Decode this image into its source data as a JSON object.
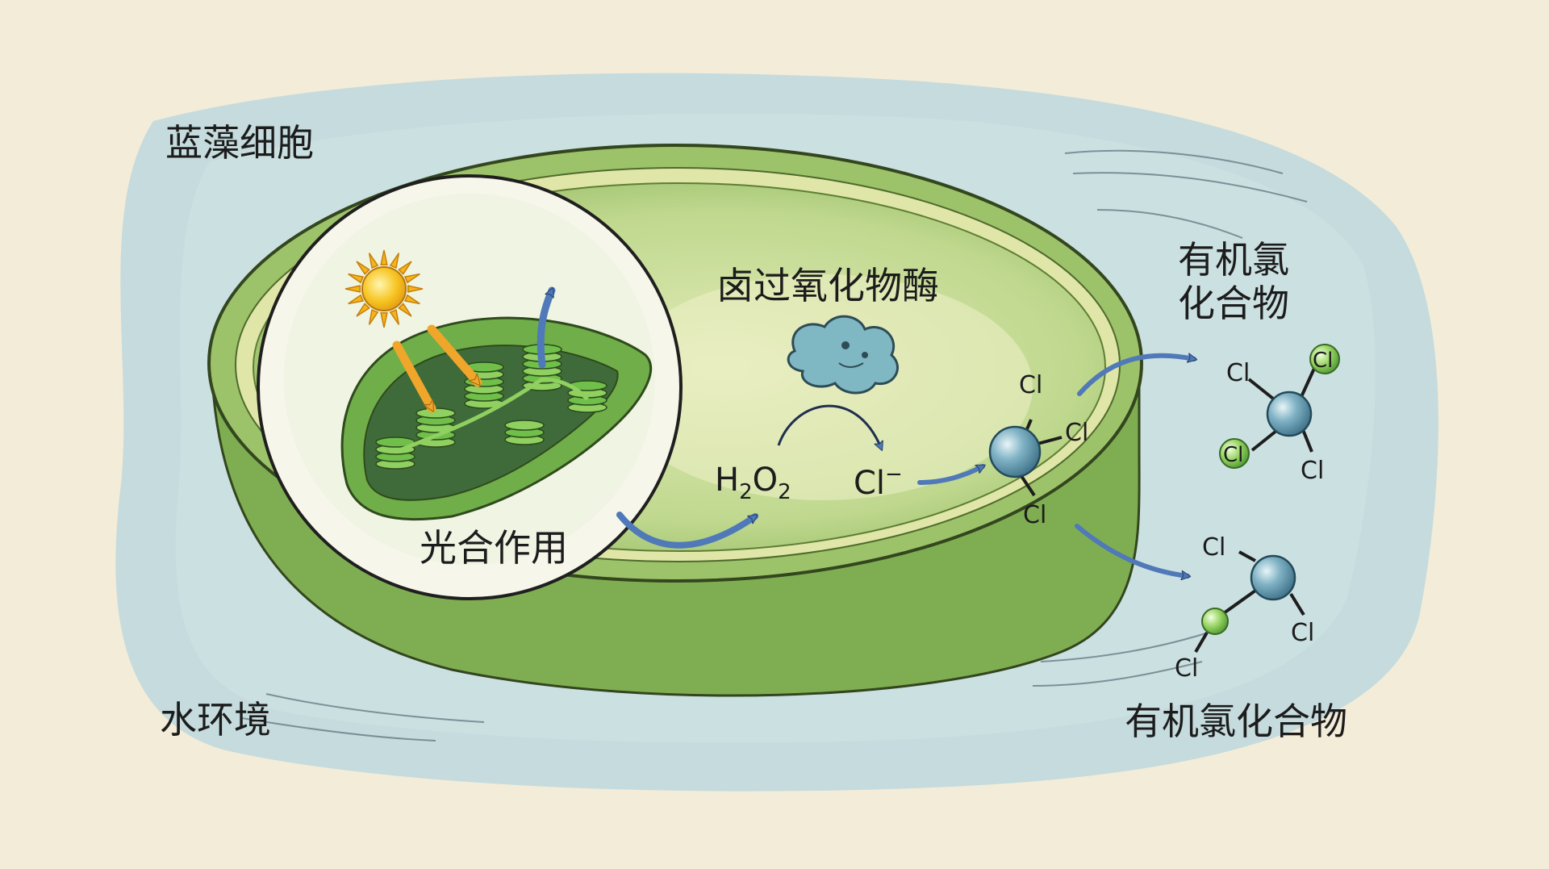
{
  "labels": {
    "cell": "蓝藻细胞",
    "water": "水环境",
    "photosynthesis": "光合作用",
    "enzyme": "卤过氧化物酶",
    "product_top_line1": "有机氯",
    "product_top_line2": "化合物",
    "product_bottom": "有机氯化合物"
  },
  "chemistry": {
    "h2o2_h": "H",
    "h2o2_sub1": "2",
    "h2o2_o": "O",
    "h2o2_sub2": "2",
    "chloride": "Cl",
    "chloride_charge": "−",
    "chlorine": "Cl"
  },
  "colors": {
    "paper": "#f3ecd8",
    "water": "#b9d6dc",
    "cell_wall": "#9cc26a",
    "cytoplasm": "#c9dd98",
    "chloroplast": "#6fae48",
    "sun": "#f6c21d",
    "arrow_blue": "#4f79b8",
    "arrow_orange": "#efa52a",
    "atom_blue": "#6fa9be",
    "atom_green": "#8fcf5a",
    "enzyme": "#7fb7c2"
  }
}
